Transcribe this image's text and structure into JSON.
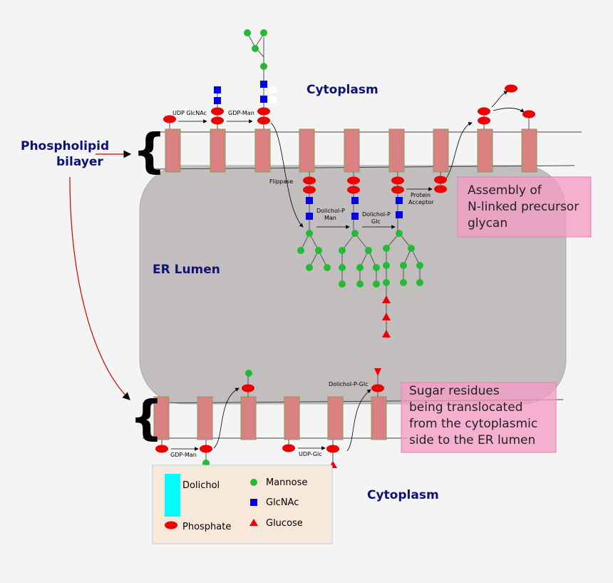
{
  "labels": {
    "cytoplasm_top": "Cytoplasm",
    "cytoplasm_bottom": "Cytoplasm",
    "er_lumen": "ER Lumen",
    "phospholipid_line1": "Phospholipid",
    "phospholipid_line2": "bilayer",
    "udp_glcnac": "UDP GlcNAc",
    "gdp_man_top": "GDP-Man",
    "gdp_man_bottom": "GDP-Man",
    "udp_glc": "UDP-Glc",
    "flippase": "Flippase",
    "dolichol_p_man_1": "Dolichol-P",
    "dolichol_p_man_2": "Man",
    "dolichol_p_glc_1": "Dolichol-P",
    "dolichol_p_glc_2": "Glc",
    "protein_acceptor_1": "Protein",
    "protein_acceptor_2": "Acceptor",
    "dolichol_p_glc_bottom": "Dolichol-P-Glc"
  },
  "notes": {
    "assembly": [
      "Assembly of",
      "N-linked precursor",
      "glycan"
    ],
    "translocation": [
      "Sugar residues",
      "being translocated",
      "from the cytoplasmic",
      "side to the ER lumen"
    ]
  },
  "legend": {
    "dolichol": "Dolichol",
    "phosphate": "Phosphate",
    "mannose": "Mannose",
    "glcnac": "GlcNAc",
    "glucose": "Glucose"
  },
  "colors": {
    "dolichol": "#00ffff",
    "phosphate": "#ee0000",
    "mannose": "#22bb33",
    "glcnac": "#0000ee",
    "glucose": "#ee0000",
    "membrane_block": "#d98080",
    "lumen": "#c2bebe",
    "note_bg": "#f7a8c8",
    "legend_bg": "#f7e8da"
  }
}
